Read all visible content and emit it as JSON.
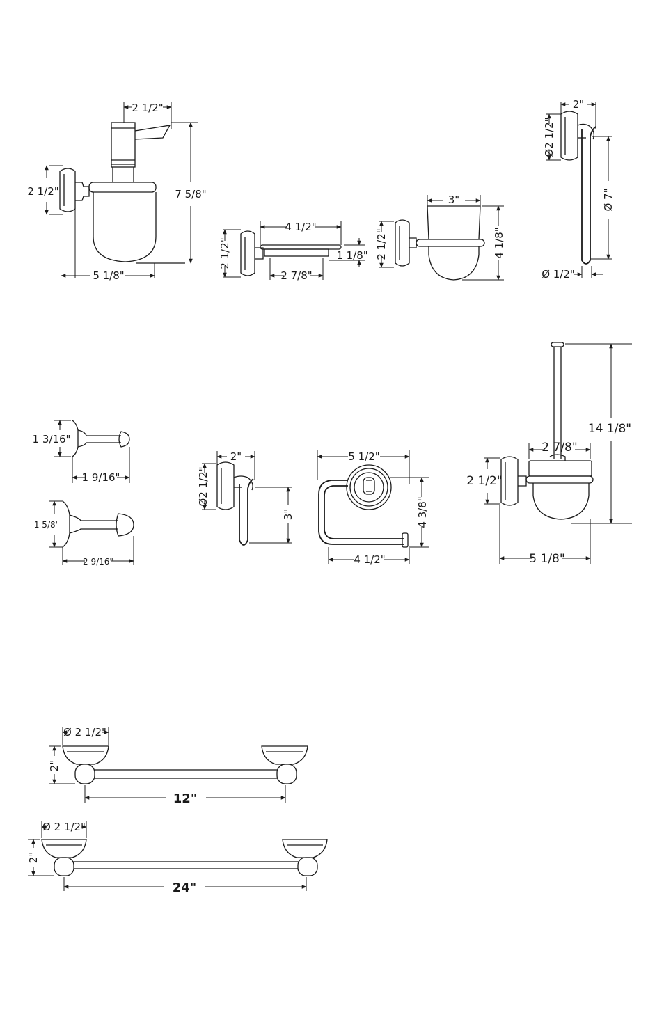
{
  "labels": {
    "soap_top_width": "2 1/2\"",
    "soap_mount_height": "2 1/2\"",
    "soap_height": "7 5/8\"",
    "soap_projection": "5 1/8\"",
    "dish_width": "4 1/2\"",
    "dish_mount": "2 1/2\"",
    "dish_height": "1 1/8\"",
    "dish_glass": "2 7/8\"",
    "tumbler_width": "3\"",
    "tumbler_mount": "2 1/2\"",
    "tumbler_height": "4 1/8\"",
    "ring_projection": "2\"",
    "ring_mount_dia": "Ø2 1/2\"",
    "ring_height": "Ø 7\"",
    "ring_rod_dia": "Ø 1/2\"",
    "hook1_height": "1 3/16\"",
    "hook1_projection": "1 9/16\"",
    "hook2_height": "1 5/8\"",
    "hook2_projection": "2 9/16\"",
    "spare_projection": "2\"",
    "spare_mount_dia": "Ø2 1/2\"",
    "spare_height": "3\"",
    "paper_width": "5 1/2\"",
    "paper_height": "4 3/8\"",
    "paper_arm": "4 1/2\"",
    "brush_height": "14 1/8\"",
    "brush_width": "2 7/8\"",
    "brush_mount": "2 1/2\"",
    "brush_projection": "5 1/8\"",
    "bar12_mount_dia": "Ø 2 1/2\"",
    "bar12_projection": "2\"",
    "bar12_length": "12\"",
    "bar24_mount_dia": "Ø 2 1/2\"",
    "bar24_projection": "2\"",
    "bar24_length": "24\""
  }
}
